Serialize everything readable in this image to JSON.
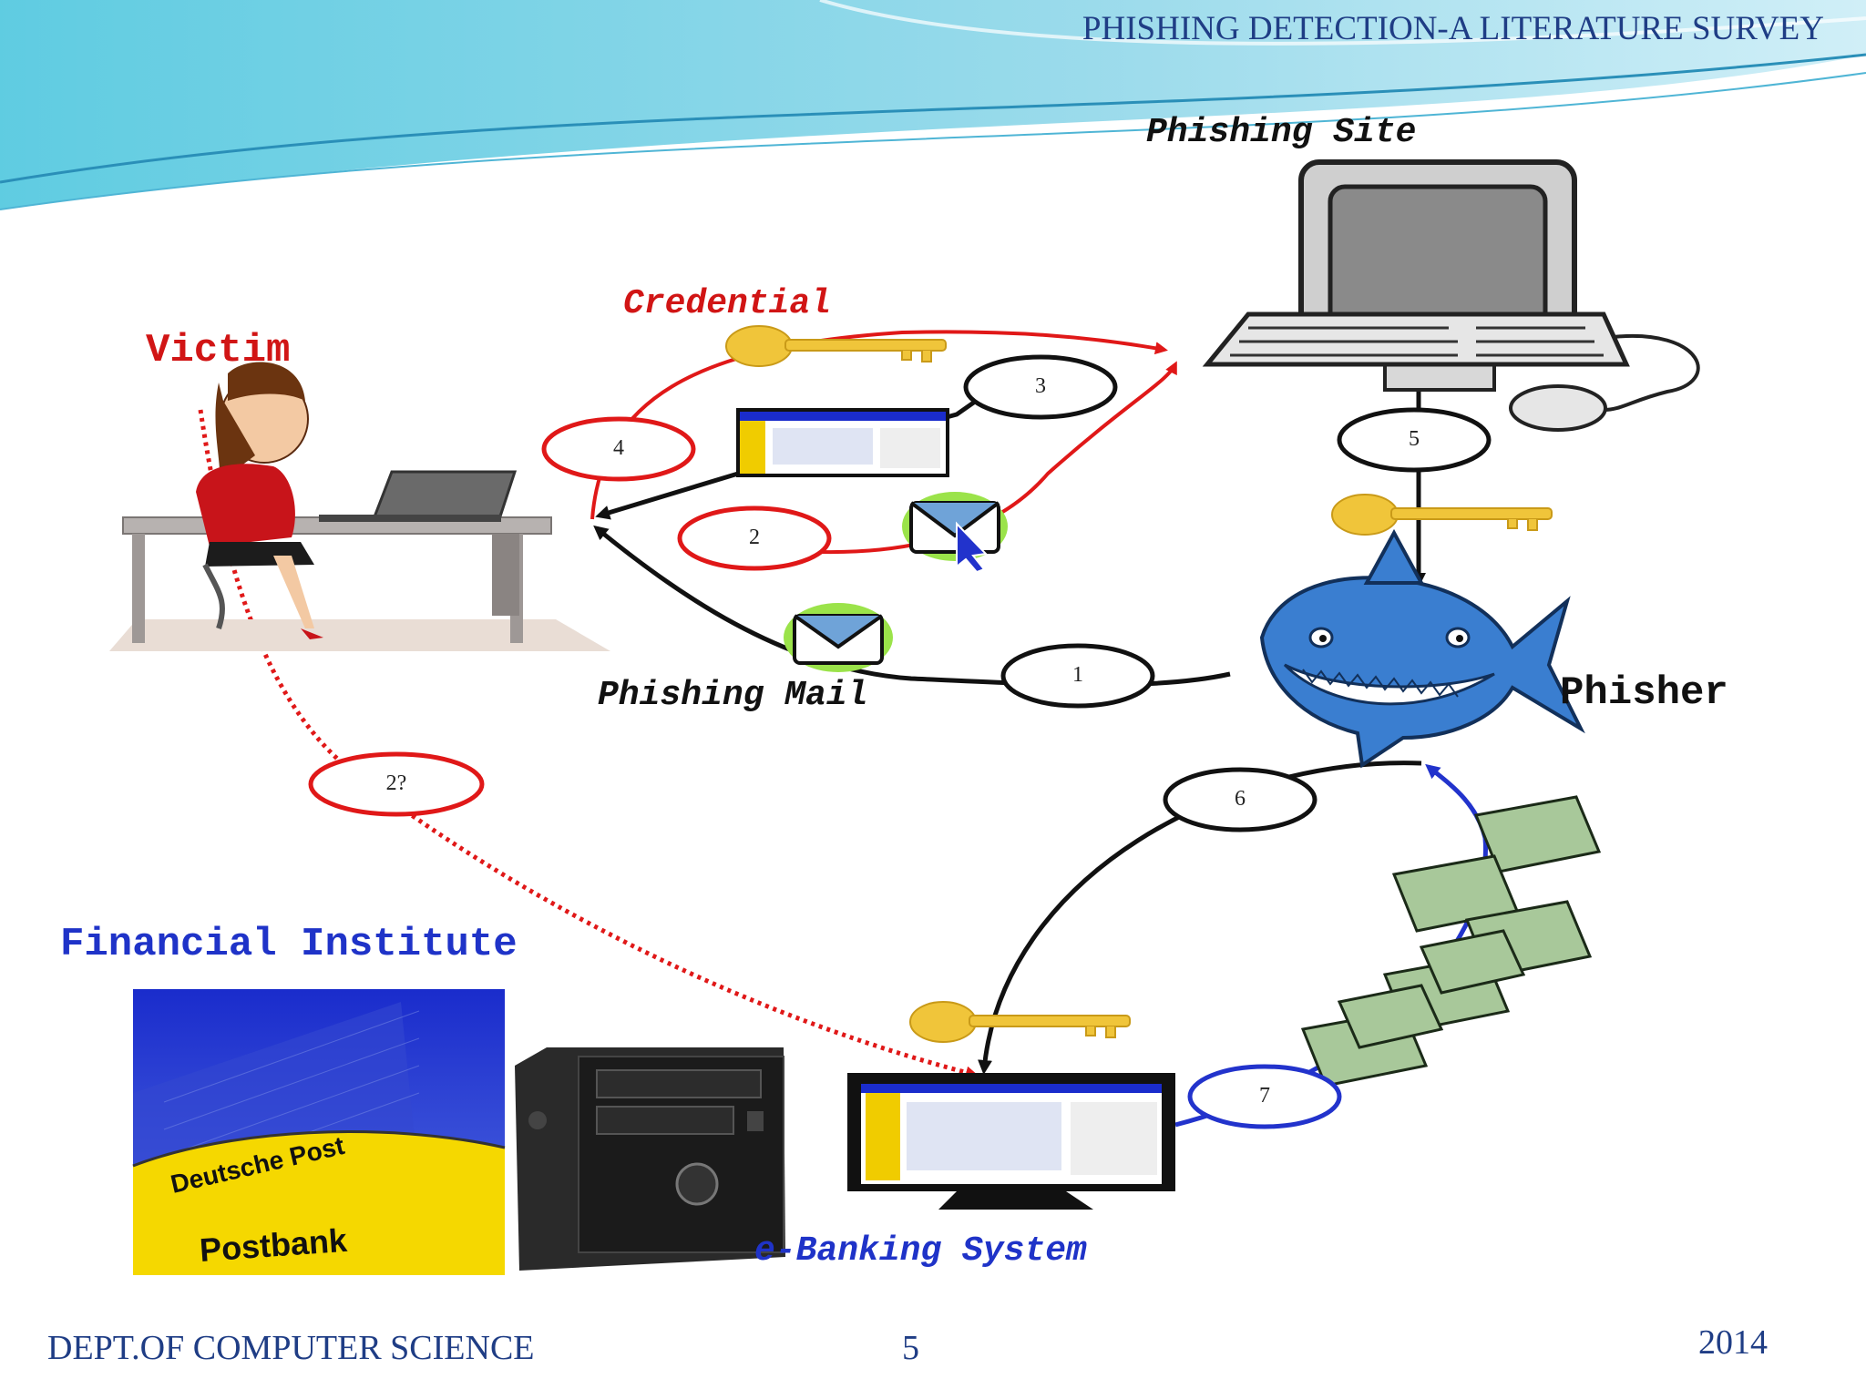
{
  "header": {
    "title": "PHISHING DETECTION-A LITERATURE SURVEY"
  },
  "footer": {
    "department": "DEPT.OF COMPUTER SCIENCE",
    "page_number": "5",
    "year": "2014"
  },
  "labels": {
    "phishing_site": "Phishing Site",
    "credential": "Credential",
    "victim": "Victim",
    "phishing_mail": "Phishing Mail",
    "phisher": "Phisher",
    "financial_institute": "Financial Institute",
    "ebanking_system": "e-Banking System"
  },
  "steps": {
    "s1": "1",
    "s2": "2",
    "s3": "3",
    "s4": "4",
    "s5": "5",
    "s6": "6",
    "s7": "7",
    "s2q": "2?"
  },
  "building_signage": {
    "brand_top": "Deutsche Post",
    "brand_bottom": "Postbank"
  },
  "colors": {
    "red": "#e01818",
    "black": "#111111",
    "blue": "#2233cc",
    "header_text": "#1f3d85"
  }
}
